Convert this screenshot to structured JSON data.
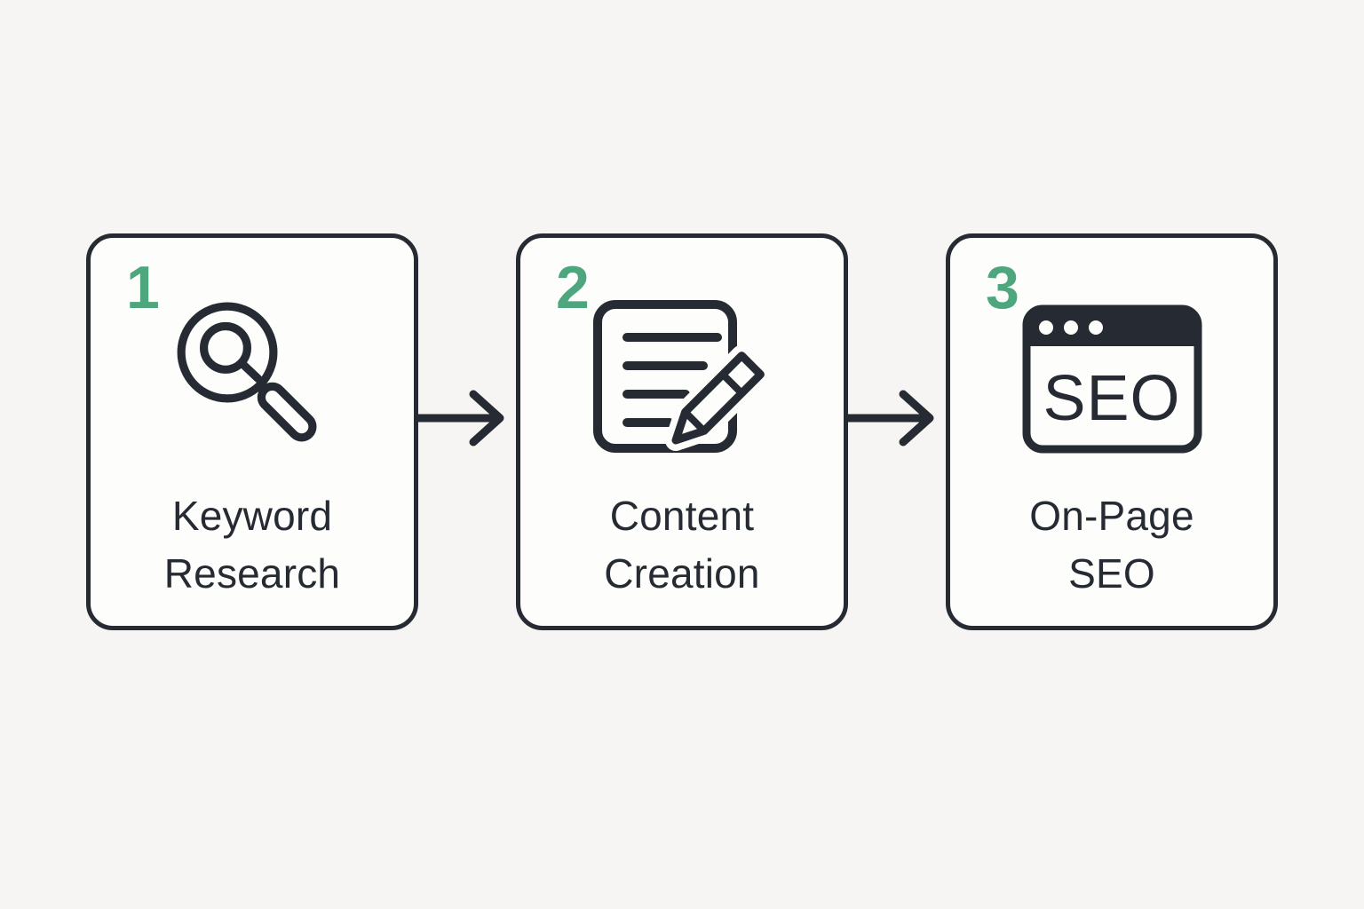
{
  "background_color": "#f6f5f3",
  "ink_color": "#262b33",
  "accent_green": "#4da67d",
  "steps": [
    {
      "number": "1",
      "icon": "magnifier-icon",
      "label_lines": [
        "Keyword",
        "Research"
      ]
    },
    {
      "number": "2",
      "icon": "document-pencil-icon",
      "label_lines": [
        "Content",
        "Creation"
      ]
    },
    {
      "number": "3",
      "icon": "browser-seo-icon",
      "browser_text": "SEO",
      "label_lines": [
        "On-Page",
        "SEO"
      ]
    }
  ],
  "connectors": [
    "arrow-right",
    "arrow-right"
  ]
}
